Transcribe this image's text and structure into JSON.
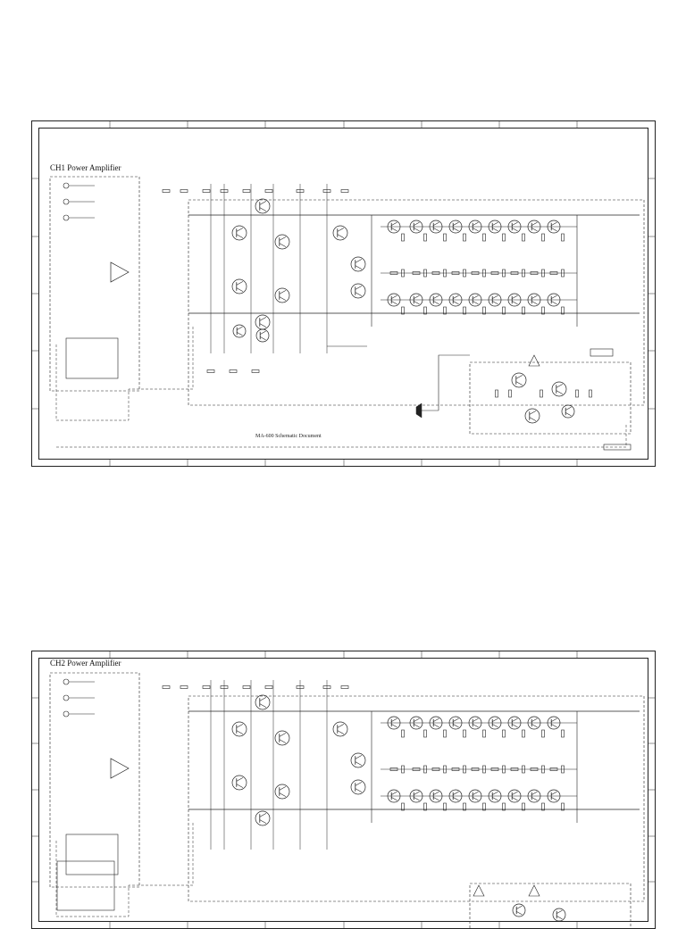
{
  "sheets": [
    {
      "title": "CH1 Power Amplifier",
      "caption": "MA-600 Schematic Document"
    },
    {
      "title": "CH2 Power Amplifier"
    }
  ]
}
